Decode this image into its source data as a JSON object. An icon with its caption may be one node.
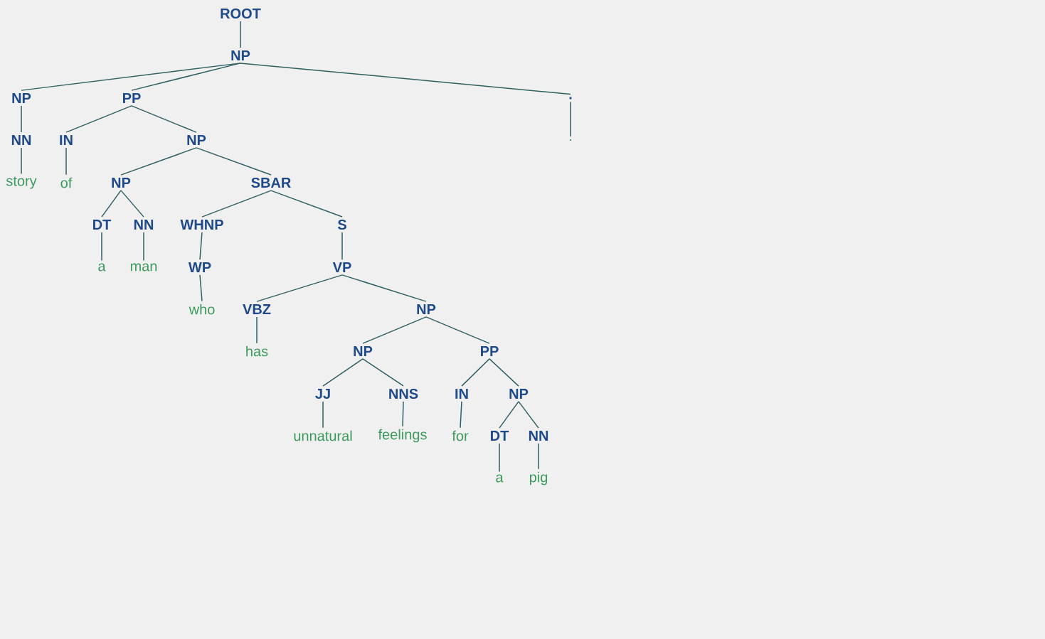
{
  "diagram": {
    "nodes": [
      {
        "text": [
          "ROOT"
        ]
      },
      {
        "text": [
          "NP"
        ]
      },
      {
        "text": [
          "NP"
        ]
      },
      {
        "text": [
          "PP"
        ]
      },
      {
        "text": [
          "."
        ]
      },
      {
        "text": [
          "NN"
        ]
      },
      {
        "text": [
          "IN"
        ]
      },
      {
        "text": [
          "NP"
        ]
      },
      {
        "text": [
          "."
        ]
      },
      {
        "text": [
          "story"
        ]
      },
      {
        "text": [
          "of"
        ]
      },
      {
        "text": [
          "NP"
        ]
      },
      {
        "text": [
          "SBAR"
        ]
      },
      {
        "text": [
          "DT"
        ]
      },
      {
        "text": [
          "NN"
        ]
      },
      {
        "text": [
          "WHNP"
        ]
      },
      {
        "text": [
          "S"
        ]
      },
      {
        "text": [
          "a"
        ]
      },
      {
        "text": [
          "man"
        ]
      },
      {
        "text": [
          "WP"
        ]
      },
      {
        "text": [
          "VP"
        ]
      },
      {
        "text": [
          "who"
        ]
      },
      {
        "text": [
          "VBZ"
        ]
      },
      {
        "text": [
          "NP"
        ]
      },
      {
        "text": [
          "has"
        ]
      },
      {
        "text": [
          "NP"
        ]
      },
      {
        "text": [
          "PP"
        ]
      },
      {
        "text": [
          "JJ"
        ]
      },
      {
        "text": [
          "NNS"
        ]
      },
      {
        "text": [
          "IN"
        ]
      },
      {
        "text": [
          "NP"
        ]
      },
      {
        "text": [
          "unnatural"
        ]
      },
      {
        "text": [
          "feelings"
        ]
      },
      {
        "text": [
          "for"
        ]
      },
      {
        "text": [
          "DT"
        ]
      },
      {
        "text": [
          "NN"
        ]
      },
      {
        "text": [
          "a"
        ]
      },
      {
        "text": [
          "pig"
        ]
      }
    ],
    "edges": [
      {
        "from": 0,
        "to": 1,
        "arrow": "none"
      },
      {
        "from": 1,
        "to": 2,
        "arrow": "none"
      },
      {
        "from": 1,
        "to": 3,
        "arrow": "none"
      },
      {
        "from": 1,
        "to": 4,
        "arrow": "none"
      },
      {
        "from": 2,
        "to": 5,
        "arrow": "none"
      },
      {
        "from": 3,
        "to": 6,
        "arrow": "none"
      },
      {
        "from": 3,
        "to": 7,
        "arrow": "none"
      },
      {
        "from": 4,
        "to": 8,
        "arrow": "none"
      },
      {
        "from": 5,
        "to": 9,
        "arrow": "none"
      },
      {
        "from": 6,
        "to": 10,
        "arrow": "none"
      },
      {
        "from": 7,
        "to": 11,
        "arrow": "none"
      },
      {
        "from": 7,
        "to": 12,
        "arrow": "none"
      },
      {
        "from": 11,
        "to": 13,
        "arrow": "none"
      },
      {
        "from": 11,
        "to": 14,
        "arrow": "none"
      },
      {
        "from": 12,
        "to": 15,
        "arrow": "none"
      },
      {
        "from": 12,
        "to": 16,
        "arrow": "none"
      },
      {
        "from": 13,
        "to": 17,
        "arrow": "none"
      },
      {
        "from": 14,
        "to": 18,
        "arrow": "none"
      },
      {
        "from": 15,
        "to": 19,
        "arrow": "none"
      },
      {
        "from": 16,
        "to": 20,
        "arrow": "none"
      },
      {
        "from": 19,
        "to": 21,
        "arrow": "none"
      },
      {
        "from": 20,
        "to": 22,
        "arrow": "none"
      },
      {
        "from": 20,
        "to": 23,
        "arrow": "none"
      },
      {
        "from": 22,
        "to": 24,
        "arrow": "none"
      },
      {
        "from": 23,
        "to": 25,
        "arrow": "none"
      },
      {
        "from": 23,
        "to": 26,
        "arrow": "none"
      },
      {
        "from": 25,
        "to": 27,
        "arrow": "none"
      },
      {
        "from": 25,
        "to": 28,
        "arrow": "none"
      },
      {
        "from": 26,
        "to": 29,
        "arrow": "none"
      },
      {
        "from": 26,
        "to": 30,
        "arrow": "none"
      },
      {
        "from": 27,
        "to": 31,
        "arrow": "none"
      },
      {
        "from": 28,
        "to": 32,
        "arrow": "none"
      },
      {
        "from": 29,
        "to": 33,
        "arrow": "none"
      },
      {
        "from": 30,
        "to": 34,
        "arrow": "none"
      },
      {
        "from": 30,
        "to": 35,
        "arrow": "none"
      },
      {
        "from": 34,
        "to": 36,
        "arrow": "none"
      },
      {
        "from": 35,
        "to": 37,
        "arrow": "none"
      }
    ]
  }
}
